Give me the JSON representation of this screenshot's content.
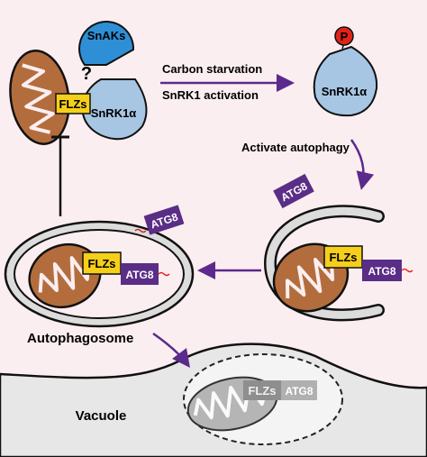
{
  "labels": {
    "snaks": "SnAKs",
    "question": "?",
    "flzs": "FLZs",
    "snrk1a": "SnRK1α",
    "phospho": "P",
    "atg8": "ATG8",
    "carbon_starvation": "Carbon starvation",
    "snrk1_activation": "SnRK1 activation",
    "activate_autophagy": "Activate autophagy",
    "autophagosome": "Autophagosome",
    "vacuole": "Vacuole"
  },
  "colors": {
    "background": "#fbeef0",
    "snaks_blue": "#2e8fd6",
    "snrk1_blue": "#a7c6e3",
    "flz_yellow": "#f6cf1a",
    "atg8_purple": "#5a2d86",
    "arrow_purple": "#5b2a8c",
    "mito_brown": "#b36d3d",
    "membrane_grey": "#dcdcdc",
    "vacuole_grey": "#e7e7e7",
    "phospho_red": "#e2231a"
  }
}
